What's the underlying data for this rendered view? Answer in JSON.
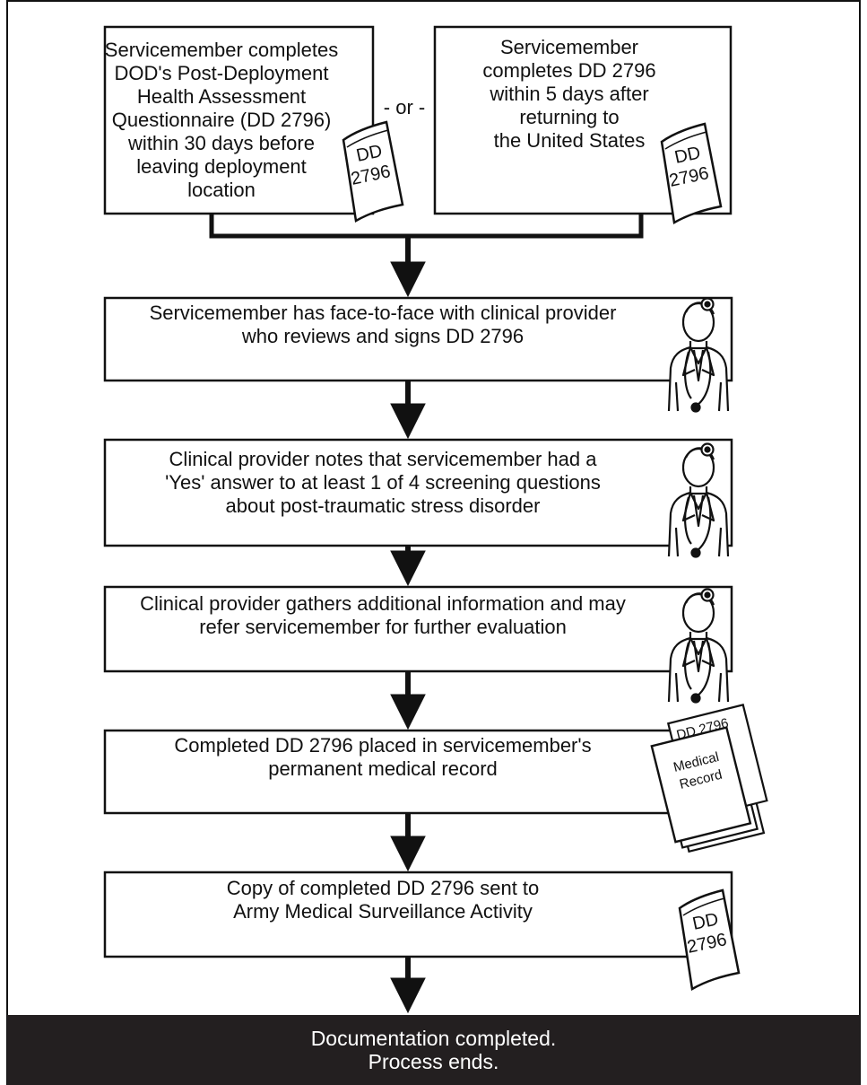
{
  "steps": {
    "option_a": {
      "lines": [
        "Servicemember completes",
        "DOD's Post-Deployment",
        "Health Assessment",
        "Questionnaire (DD 2796)",
        "within 30 days before",
        "leaving deployment",
        "location"
      ]
    },
    "or_label": "- or -",
    "option_b": {
      "lines": [
        "Servicemember",
        "completes DD 2796",
        "within 5 days after",
        "returning to",
        "the United States"
      ]
    },
    "step_face_to_face": {
      "lines": [
        "Servicemember has face-to-face with clinical provider",
        "who reviews and signs DD 2796"
      ]
    },
    "step_screening": {
      "lines": [
        "Clinical provider notes that servicemember had a",
        "'Yes' answer to at least 1 of 4 screening questions",
        "about post-traumatic stress disorder"
      ]
    },
    "step_referral": {
      "lines": [
        "Clinical provider gathers additional information and may",
        "refer servicemember for further evaluation"
      ]
    },
    "step_record": {
      "lines": [
        "Completed DD 2796 placed in servicemember's",
        "permanent medical record"
      ]
    },
    "step_copy": {
      "lines": [
        "Copy of completed DD 2796 sent to",
        "Army Medical Surveillance Activity"
      ]
    },
    "final": {
      "lines": [
        "Documentation completed.",
        "Process ends."
      ]
    }
  },
  "form_icon": {
    "line1": "DD",
    "line2": "2796"
  },
  "record_icon": {
    "tag": "DD 2796",
    "line1": "Medical",
    "line2": "Record"
  },
  "icons": [
    "document-icon",
    "doctor-icon",
    "medical-record-icon"
  ],
  "colors": {
    "stroke": "#111111",
    "final_bar": "#231f20",
    "final_text": "#ffffff",
    "paper": "#ffffff"
  }
}
